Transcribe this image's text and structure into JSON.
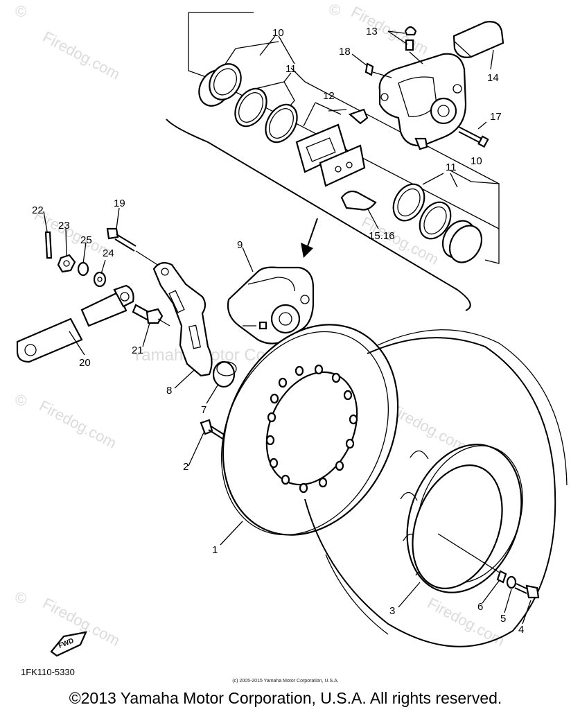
{
  "callouts": [
    {
      "id": "c1",
      "text": "1"
    },
    {
      "id": "c2",
      "text": "2"
    },
    {
      "id": "c3",
      "text": "3"
    },
    {
      "id": "c4",
      "text": "4"
    },
    {
      "id": "c5",
      "text": "5"
    },
    {
      "id": "c6",
      "text": "6"
    },
    {
      "id": "c7",
      "text": "7"
    },
    {
      "id": "c8",
      "text": "8"
    },
    {
      "id": "c9",
      "text": "9"
    },
    {
      "id": "c10a",
      "text": "10"
    },
    {
      "id": "c10b",
      "text": "10"
    },
    {
      "id": "c11a",
      "text": "11"
    },
    {
      "id": "c11b",
      "text": "11"
    },
    {
      "id": "c12",
      "text": "12"
    },
    {
      "id": "c13",
      "text": "13"
    },
    {
      "id": "c14",
      "text": "14"
    },
    {
      "id": "c1516",
      "text": "15.16"
    },
    {
      "id": "c17",
      "text": "17"
    },
    {
      "id": "c18",
      "text": "18"
    },
    {
      "id": "c19",
      "text": "19"
    },
    {
      "id": "c20",
      "text": "20"
    },
    {
      "id": "c21",
      "text": "21"
    },
    {
      "id": "c22",
      "text": "22"
    },
    {
      "id": "c23",
      "text": "23"
    },
    {
      "id": "c24",
      "text": "24"
    },
    {
      "id": "c25",
      "text": "25"
    }
  ],
  "fwd_label": "FWD",
  "diagram_code": "1FK110-5330",
  "watermarks": {
    "site_text": "Firedog.com",
    "center_text": "Yamaha Motor Corp. U.S.A.",
    "symbol": "©"
  },
  "footer": {
    "small": "(c) 2005-2015 Yamaha Motor Corporation, U.S.A.",
    "main": "©2013 Yamaha Motor Corporation, U.S.A. All rights reserved."
  }
}
